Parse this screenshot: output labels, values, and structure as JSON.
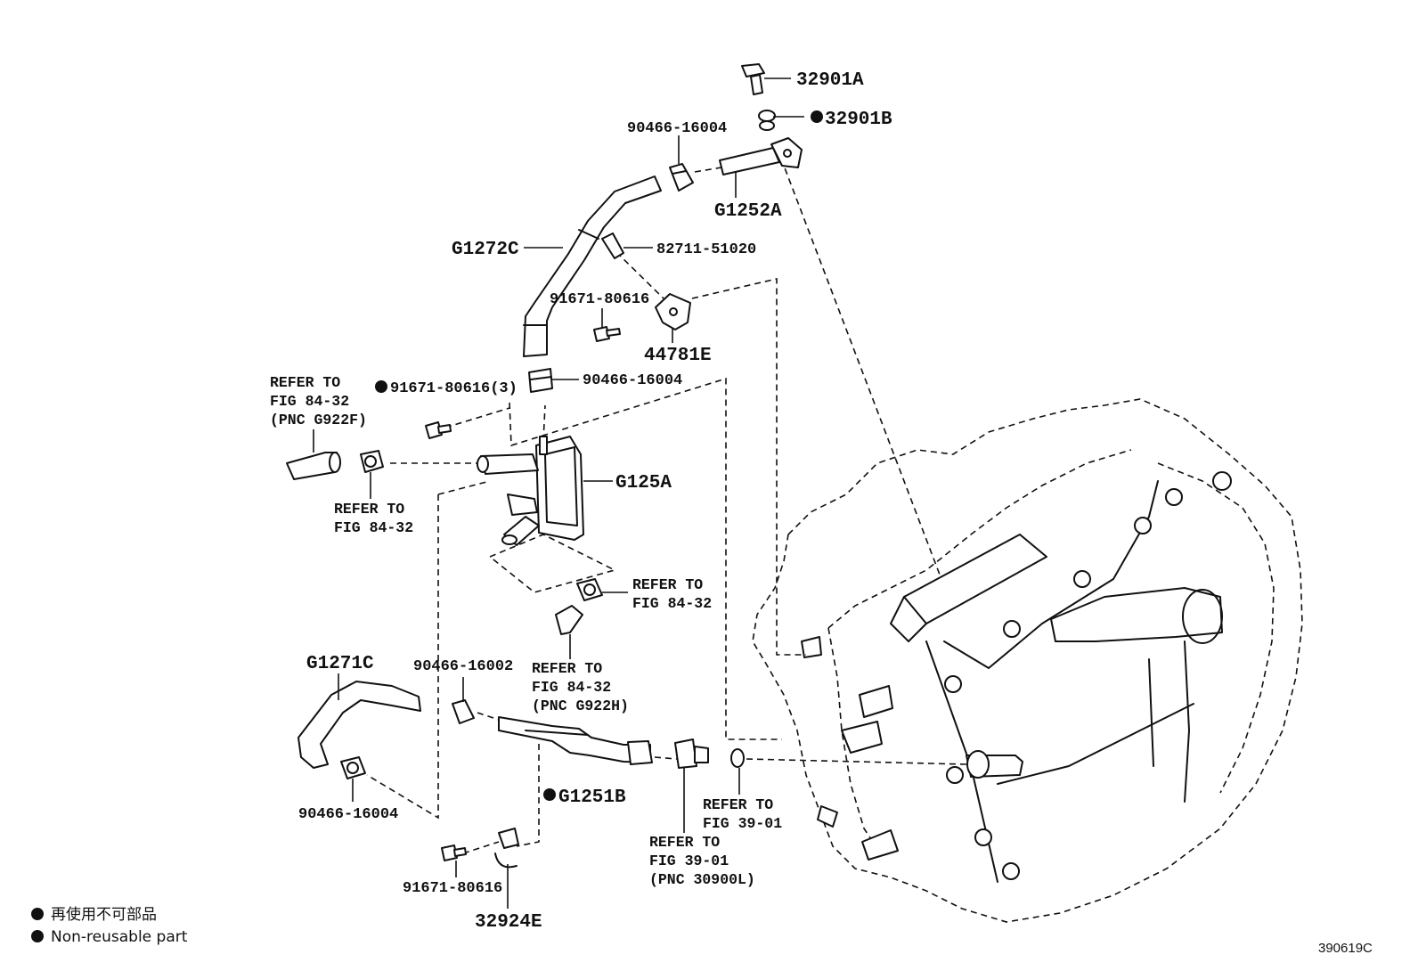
{
  "diagram": {
    "labels": {
      "p32901A": "32901A",
      "p32901B": "32901B",
      "p90466_top": "90466-16004",
      "pG1252A": "G1252A",
      "pG1272C": "G1272C",
      "p82711": "82711-51020",
      "p91671_mid": "91671-80616",
      "p44781E": "44781E",
      "p90466_mid": "90466-16004",
      "p91671_3": "91671-80616(3)",
      "pG125A": "G125A",
      "pG1271C": "G1271C",
      "p90466_16002": "90466-16002",
      "pG1251B": "G1251B",
      "p90466_bottom": "90466-16004",
      "p91671_bottom": "91671-80616",
      "p32924E": "32924E"
    },
    "refs": {
      "r1_l1": "REFER TO",
      "r1_l2": "FIG 84-32",
      "r1_l3": "(PNC G922F)",
      "r2_l1": "REFER TO",
      "r2_l2": "FIG 84-32",
      "r3_l1": "REFER TO",
      "r3_l2": "FIG 84-32",
      "r4_l1": "REFER TO",
      "r4_l2": "FIG 84-32",
      "r4_l3": "(PNC G922H)",
      "r5_l1": "REFER TO",
      "r5_l2": "FIG 39-01",
      "r6_l1": "REFER TO",
      "r6_l2": "FIG 39-01",
      "r6_l3": "(PNC 30900L)"
    },
    "legend": {
      "line_jp": "再使用不可部品",
      "line_en": "Non-reusable part"
    },
    "figure_number": "390619C"
  }
}
